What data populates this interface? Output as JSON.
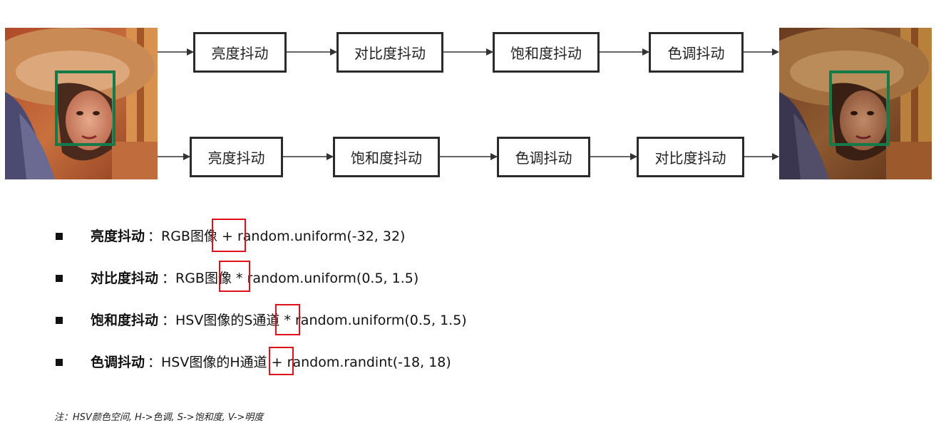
{
  "diagram": {
    "top_row": [
      "亮度抖动",
      "对比度抖动",
      "饱和度抖动",
      "色调抖动"
    ],
    "bottom_row": [
      "亮度抖动",
      "饱和度抖动",
      "色调抖动",
      "对比度抖动"
    ]
  },
  "colors": {
    "face_box": "#137a4a",
    "highlight_box": "#e0101a",
    "box_border": "#2b2b2b"
  },
  "definitions": [
    {
      "term": "亮度抖动",
      "formula": "：RGB图像 + random.uniform(-32, 32)"
    },
    {
      "term": "对比度抖动",
      "formula": "：RGB图像 * random.uniform(0.5, 1.5)"
    },
    {
      "term": "饱和度抖动",
      "formula": "：HSV图像的S通道 * random.uniform(0.5, 1.5)"
    },
    {
      "term": "色调抖动",
      "formula": "：HSV图像的H通道 + random.randint(-18, 18)"
    }
  ],
  "note": "注：HSV颜色空间, H->色调, S->饱和度, V->明度"
}
